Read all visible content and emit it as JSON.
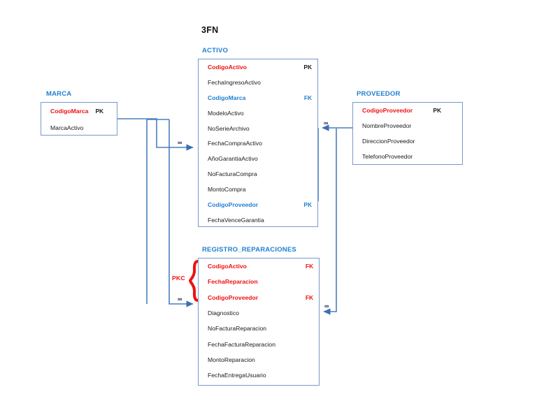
{
  "diagram": {
    "title": "3FN",
    "type": "entity-relationship-diagram",
    "colors": {
      "entity_border": "#7799cc",
      "entity_title": "#1f7fd0",
      "primary_key": "#ee1111",
      "foreign_key": "#1f7fd0",
      "connector": "#4a7ebb",
      "plain_text": "#1a1a1a",
      "background": "#ffffff"
    }
  },
  "entities": {
    "marca": {
      "name": "MARCA",
      "attributes": [
        {
          "name": "CodigoMarca",
          "key": "PK",
          "style": "pk"
        },
        {
          "name": "MarcaActivo",
          "key": "",
          "style": "plain"
        }
      ]
    },
    "proveedor": {
      "name": "PROVEEDOR",
      "attributes": [
        {
          "name": "CodigoProveedor",
          "key": "PK",
          "style": "pk"
        },
        {
          "name": "NombreProveedor",
          "key": "",
          "style": "plain"
        },
        {
          "name": "DireccionProveedor",
          "key": "",
          "style": "plain"
        },
        {
          "name": "TelefonoProveedor",
          "key": "",
          "style": "plain"
        }
      ]
    },
    "activo": {
      "name": "ACTIVO",
      "attributes": [
        {
          "name": "CodigoActivo",
          "key": "PK",
          "style": "pk"
        },
        {
          "name": "FechaIngresoActivo",
          "key": "",
          "style": "plain"
        },
        {
          "name": "CodigoMarca",
          "key": "FK",
          "style": "fk"
        },
        {
          "name": "ModeloActivo",
          "key": "",
          "style": "plain"
        },
        {
          "name": "NoSerieArchivo",
          "key": "",
          "style": "plain"
        },
        {
          "name": "FechaCompraActivo",
          "key": "",
          "style": "plain"
        },
        {
          "name": "AñoGarantiaActivo",
          "key": "",
          "style": "plain"
        },
        {
          "name": "NoFacturaCompra",
          "key": "",
          "style": "plain"
        },
        {
          "name": "MontoCompra",
          "key": "",
          "style": "plain"
        },
        {
          "name": "CodigoProveedor",
          "key": "PK",
          "style": "fk"
        },
        {
          "name": "FechaVenceGarantia",
          "key": "",
          "style": "plain"
        }
      ]
    },
    "registro_reparaciones": {
      "name": "REGISTRO_REPARACIONES",
      "composite_key_label": "PKC",
      "attributes": [
        {
          "name": "CodigoActivo",
          "key": "FK",
          "style": "fkr"
        },
        {
          "name": "FechaReparacion",
          "key": "",
          "style": "fkr"
        },
        {
          "name": "CodigoProveedor",
          "key": "FK",
          "style": "fkr"
        },
        {
          "name": "Diagnostico",
          "key": "",
          "style": "plain"
        },
        {
          "name": "NoFacturaReparacion",
          "key": "",
          "style": "plain"
        },
        {
          "name": "FechaFacturaReparacion",
          "key": "",
          "style": "plain"
        },
        {
          "name": "MontoReparacion",
          "key": "",
          "style": "plain"
        },
        {
          "name": "FechaEntregaUsuario",
          "key": "",
          "style": "plain"
        }
      ]
    }
  },
  "relationships": [
    {
      "from": "MARCA",
      "to": "ACTIVO",
      "cardinality": "∞"
    },
    {
      "from": "MARCA",
      "to": "REGISTRO_REPARACIONES",
      "cardinality": "∞"
    },
    {
      "from": "PROVEEDOR",
      "to": "ACTIVO",
      "cardinality": "∞"
    },
    {
      "from": "PROVEEDOR",
      "to": "REGISTRO_REPARACIONES",
      "cardinality": "∞"
    }
  ]
}
